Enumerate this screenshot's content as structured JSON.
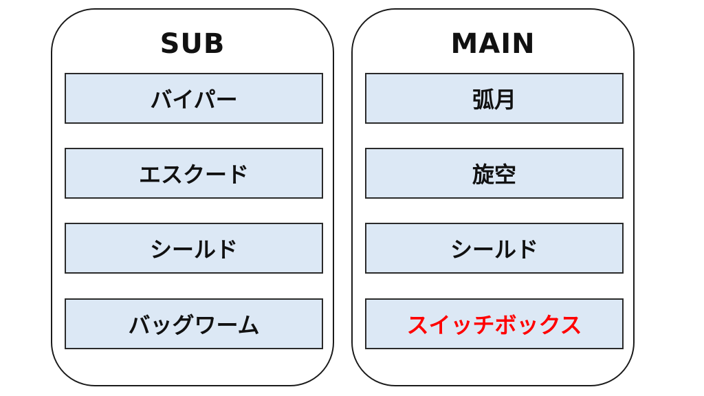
{
  "colors": {
    "slot_fill": "#dce8f5",
    "border": "#1a1a1a",
    "text": "#111111",
    "highlight": "#ff0000"
  },
  "sub": {
    "title": "SUB",
    "items": [
      {
        "label": "バイパー"
      },
      {
        "label": "エスクード"
      },
      {
        "label": "シールド"
      },
      {
        "label": "バッグワーム"
      }
    ]
  },
  "main": {
    "title": "MAIN",
    "items": [
      {
        "label": "弧月"
      },
      {
        "label": "旋空"
      },
      {
        "label": "シールド"
      },
      {
        "label": "スイッチボックス",
        "highlight": true
      }
    ]
  }
}
